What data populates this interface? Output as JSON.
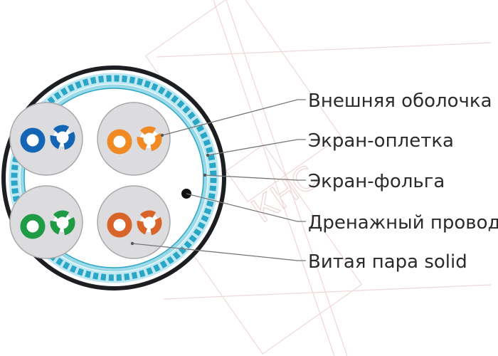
{
  "labels": [
    "Внешняя оболочка",
    "Экран-оплетка",
    "Экран-фольга",
    "Дренажный провод",
    "Витая пара solid"
  ],
  "watermark": {
    "text": "КНС"
  },
  "colors": {
    "jacket": "#1c1e22",
    "braid_blue": "#2aa6c6",
    "braid_light": "#bfe8f2",
    "foil": "#99d9e8",
    "core_fill": "#dcdcde",
    "leader_line": "#777777",
    "label_text": "#2b2b2b",
    "watermark": "#e2b8b8"
  },
  "pairs": [
    {
      "name": "blue-pair",
      "color": "#1565b5"
    },
    {
      "name": "orange-pair",
      "color": "#ef8a25"
    },
    {
      "name": "green-pair",
      "color": "#1f9a45"
    },
    {
      "name": "brown-pair",
      "color": "#d8642a"
    }
  ]
}
